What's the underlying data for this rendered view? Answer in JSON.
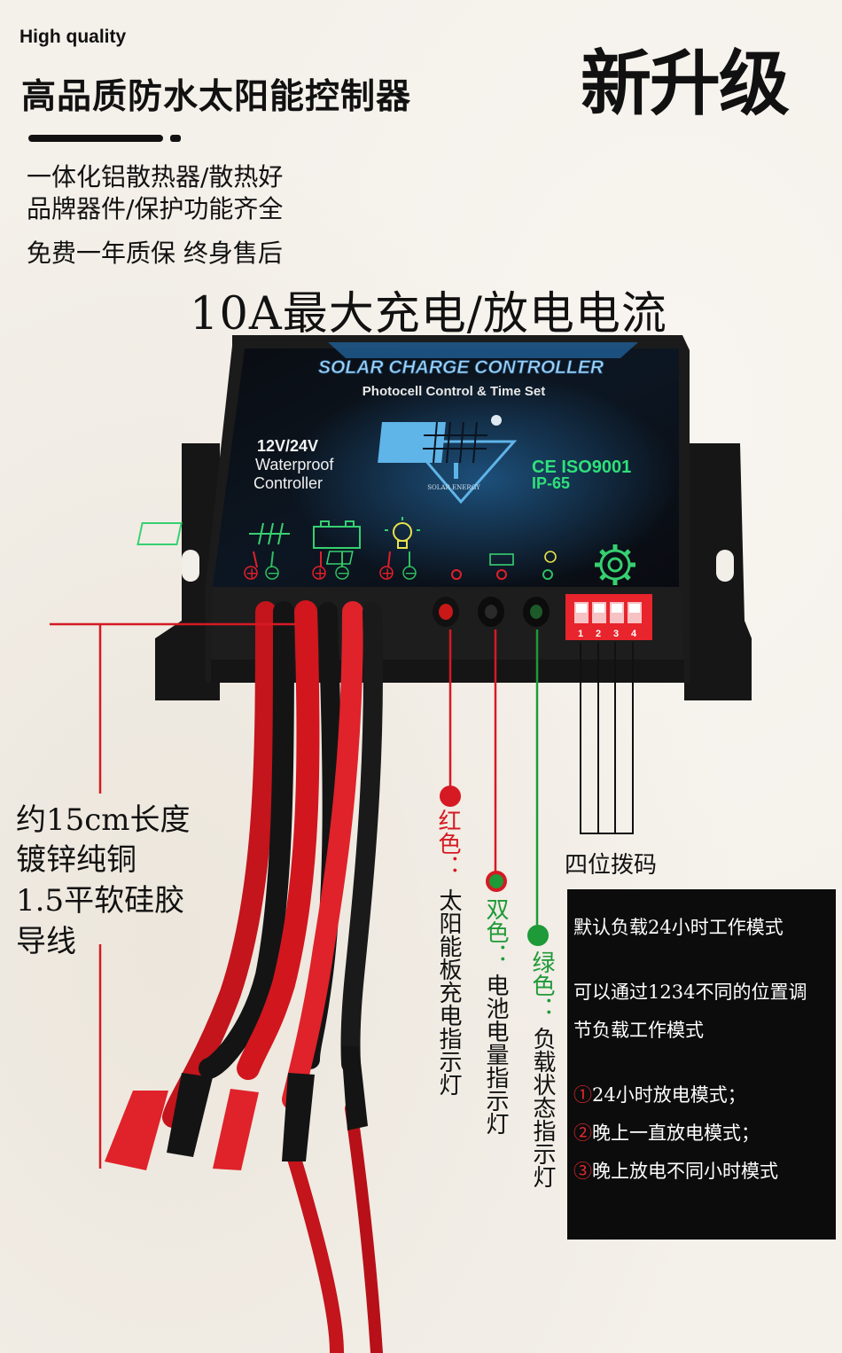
{
  "header": {
    "high_quality": "High quality",
    "title": "高品质防水太阳能控制器",
    "upgrade_badge": "新升级"
  },
  "features": [
    "一体化铝散热器/散热好",
    "品牌器件/保护功能齐全",
    "免费一年质保  终身售后"
  ],
  "headline": "10A最大充电/放电电流",
  "device": {
    "banner": "SOLAR CHARGE CONTROLLER",
    "subtitle": "Photocell Control & Time Set",
    "voltage": "12V/24V",
    "line2": "Waterproof",
    "line3": "Controller",
    "cert1": "CE ISO9001",
    "cert2": "IP-65",
    "logo_text": "SOLAR ENERGY",
    "dip_numbers": [
      "1",
      "2",
      "3",
      "4"
    ]
  },
  "wire_label": [
    "约15cm长度",
    "镀锌纯铜",
    "1.5平软硅胶",
    "导线"
  ],
  "indicators": [
    {
      "color_label": "红色：",
      "desc": "太阳能板充电指示灯",
      "color": "#d51a24"
    },
    {
      "color_label": "双色：",
      "desc": "电池电量指示灯",
      "color": "#1e9a38"
    },
    {
      "color_label": "绿色：",
      "desc": "负载状态指示灯",
      "color": "#1e9a38"
    }
  ],
  "dip_switch_label": "四位拨码",
  "mode_box": {
    "line1": "默认负载24小时工作模式",
    "line2": "可以通过1234不同的位置调",
    "line3": "节负载工作模式",
    "mode1_num": "①",
    "mode1": "24小时放电模式；",
    "mode2_num": "②",
    "mode2": "晚上一直放电模式；",
    "mode3_num": "③",
    "mode3": "晚上放电不同小时模式"
  },
  "colors": {
    "accent_red": "#d51a24",
    "accent_green": "#1e9a38",
    "panel_blue": "#5fb4e8",
    "device_black": "#141414"
  }
}
